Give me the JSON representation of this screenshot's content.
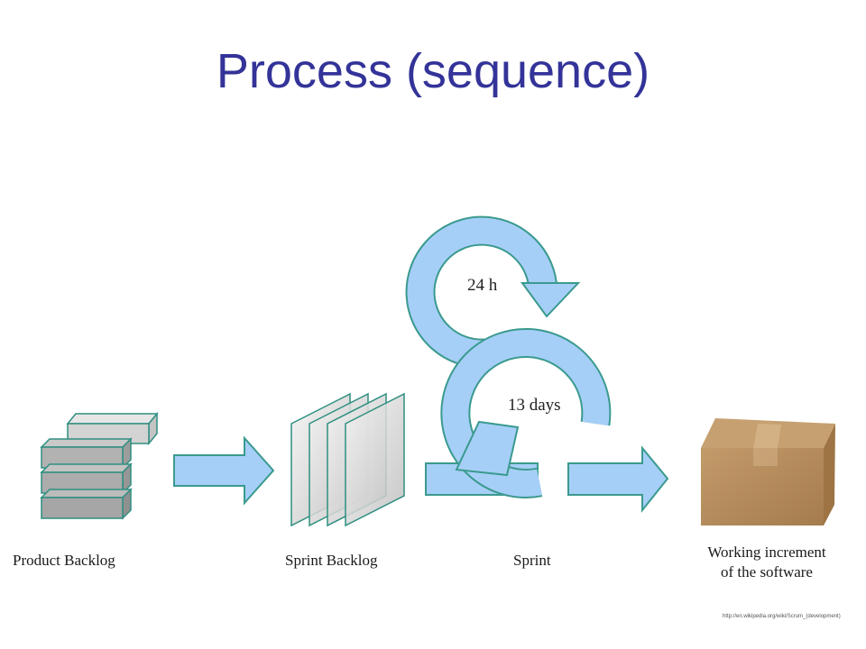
{
  "slide": {
    "title": "Process (sequence)"
  },
  "stages": {
    "product_backlog": "Product Backlog",
    "sprint_backlog": "Sprint Backlog",
    "sprint": "Sprint",
    "working_increment_line1": "Working increment",
    "working_increment_line2": "of the software"
  },
  "cycles": {
    "daily": "24 h",
    "sprint": "13 days"
  },
  "source": "http://en.wikipedia.org/wiki/Scrum_(development)",
  "colors": {
    "title": "#333399",
    "arrow_fill": "#a6cff7",
    "arrow_stroke": "#3a9a8e",
    "box_fill": "#b98f5e"
  }
}
